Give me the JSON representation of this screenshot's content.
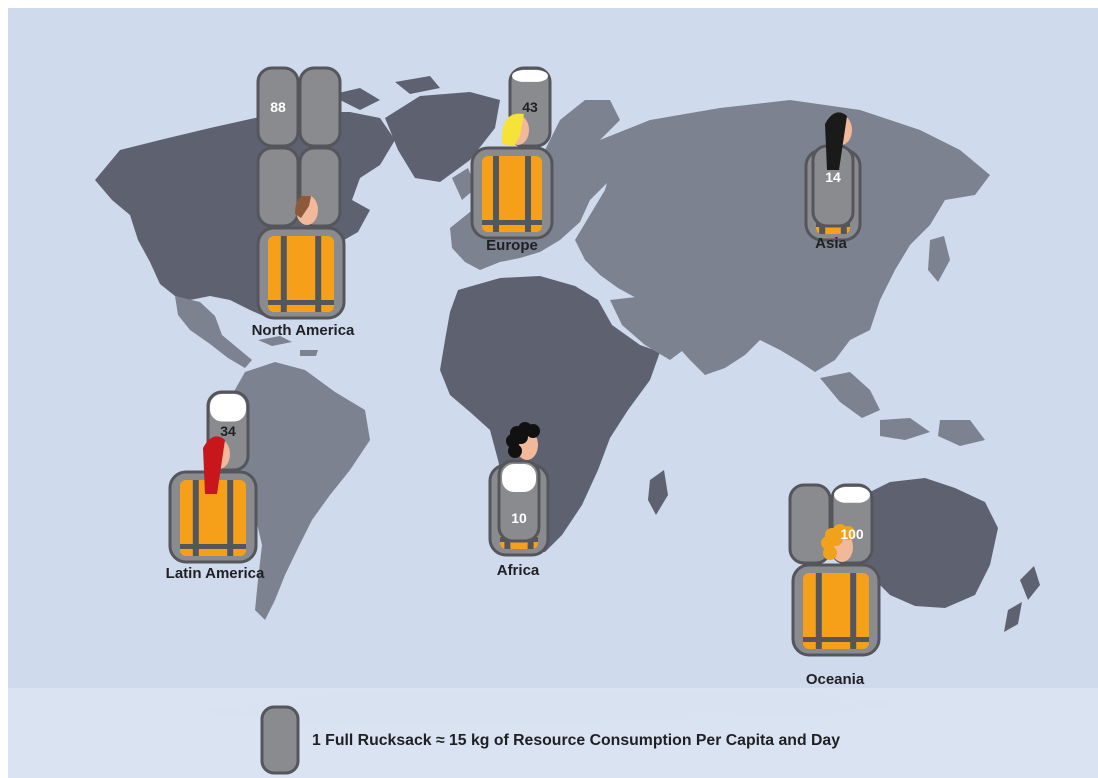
{
  "colors": {
    "ocean": "#cfdaec",
    "land_dark": "#5e6170",
    "land_light": "#7d8290",
    "sack_grey": "#8a8b8f",
    "sack_outline": "#55565b",
    "sack_white": "#ffffff",
    "vest_orange": "#f6a01a",
    "legend_band": "#dbe4f2",
    "label_text": "#1f2024"
  },
  "regions": [
    {
      "id": "north-america",
      "label": "North America",
      "value": "88",
      "hair": "#8a5a3a",
      "hair_style": "short"
    },
    {
      "id": "europe",
      "label": "Europe",
      "value": "43",
      "hair": "#f5e33a",
      "hair_style": "bob"
    },
    {
      "id": "asia",
      "label": "Asia",
      "value": "14",
      "hair": "#1a1a1a",
      "hair_style": "long"
    },
    {
      "id": "latin-america",
      "label": "Latin America",
      "value": "34",
      "hair": "#c8161d",
      "hair_style": "long"
    },
    {
      "id": "africa",
      "label": "Africa",
      "value": "10",
      "hair": "#111111",
      "hair_style": "curly"
    },
    {
      "id": "oceania",
      "label": "Oceania",
      "value": "100",
      "hair": "#f0a21a",
      "hair_style": "curly"
    }
  ],
  "legend": {
    "text": "1 Full Rucksack ≈ 15 kg of Resource Consumption Per Capita and Day"
  }
}
